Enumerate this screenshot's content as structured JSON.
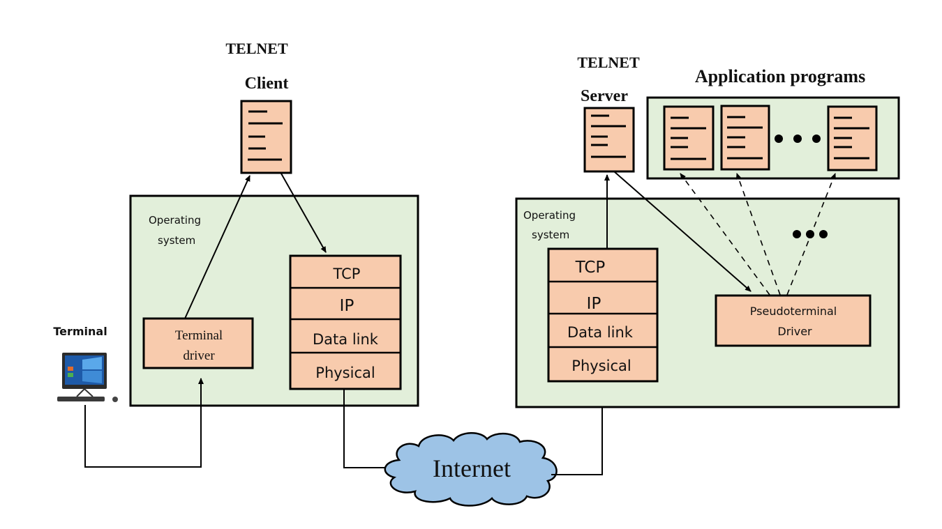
{
  "client": {
    "title_line1": "TELNET",
    "title_line2": "Client",
    "os_label_line1": "Operating",
    "os_label_line2": "system",
    "terminal_driver_line1": "Terminal",
    "terminal_driver_line2": "driver",
    "stack": [
      "TCP",
      "IP",
      "Data link",
      "Physical"
    ]
  },
  "terminal": {
    "label": "Terminal",
    "icon": "desktop-computer-icon"
  },
  "server": {
    "title_line1": "TELNET",
    "title_line2": "Server",
    "os_label_line1": "Operating",
    "os_label_line2": "system",
    "stack": [
      "TCP",
      "IP",
      "Data link",
      "Physical"
    ],
    "pseudoterminal_line1": "Pseudoterminal",
    "pseudoterminal_line2": "Driver"
  },
  "applications": {
    "title": "Application programs",
    "program_count_shown": 3,
    "ellipsis": "more programs"
  },
  "network": {
    "label": "Internet",
    "icon": "cloud-icon"
  },
  "colors": {
    "os_fill": "#e2efda",
    "box_fill": "#f8cbad",
    "cloud_fill": "#9dc3e6",
    "stroke": "#000000"
  }
}
